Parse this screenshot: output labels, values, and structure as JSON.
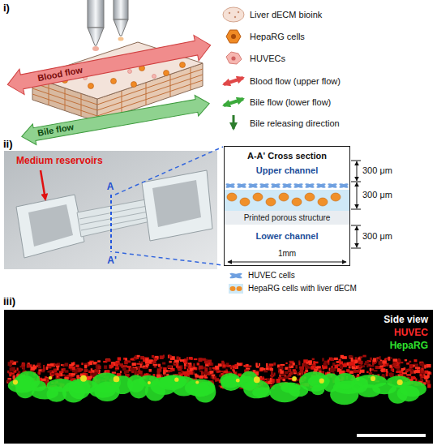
{
  "diagram": {
    "nodes": [
      {
        "text": [
          "A-A' Cross section"
        ]
      },
      {
        "text": [
          "Upper channel"
        ],
        "in": 0
      },
      {
        "text": [
          "Printed porous structure"
        ],
        "in": 0
      },
      {
        "text": [
          "Lower channel"
        ],
        "in": 0
      }
    ],
    "labels": [
      "i)",
      "Blood flow",
      "Bile flow",
      "ii)",
      "Medium reservoirs",
      "A",
      "A'",
      "300 μm",
      "300 μm",
      "300 μm",
      "1mm",
      "iii)",
      "Side view",
      "HUVEC",
      "HepaRG"
    ],
    "legend": [
      {
        "text": "Liver dECM bioink"
      },
      {
        "text": "HepaRG cells"
      },
      {
        "text": "HUVECs"
      },
      {
        "text": "Blood flow (upper flow)"
      },
      {
        "text": "Bile flow (lower flow)"
      },
      {
        "text": "Bile releasing direction"
      },
      {
        "text": "HUVEC cells"
      },
      {
        "text": "HepaRG cells with liver dECM"
      }
    ]
  }
}
